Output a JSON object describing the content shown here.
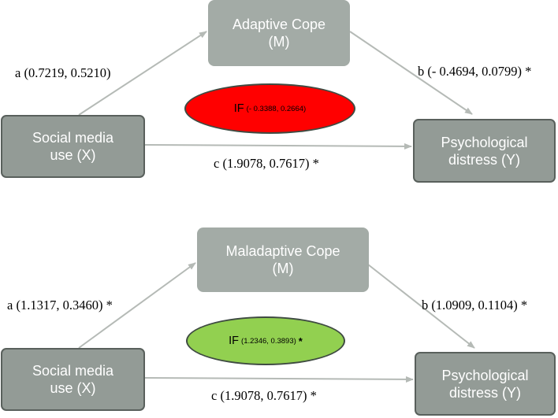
{
  "models": [
    {
      "mediator": "Adaptive Cope\n(M)",
      "x_label": "Social media\nuse (X)",
      "y_label": "Psychological\ndistress (Y)",
      "a_path": "a (0.7219, 0.5210)",
      "b_path": "b (- 0.4694, 0.0799) *",
      "c_path": "c (1.9078, 0.7617) *",
      "if_label": "IF",
      "if_ci": "(- 0.3388, 0.2664)",
      "if_star": "",
      "if_color": "#ff0000"
    },
    {
      "mediator": "Maladaptive Cope\n(M)",
      "x_label": "Social media\nuse (X)",
      "y_label": "Psychological\ndistress (Y)",
      "a_path": "a (1.1317, 0.3460) *",
      "b_path": "b (1.0909, 0.1104) *",
      "c_path": "c (1.9078, 0.7617) *",
      "if_label": "IF",
      "if_ci": "(1.2346, 0.3893)",
      "if_star": "*",
      "if_color": "#92d050"
    }
  ],
  "colors": {
    "box_fill": "#939b96",
    "mediator_fill": "#a3aba6",
    "box_border": "#59605c",
    "arrow": "#b5bab6",
    "text_on_box": "#ffffff"
  }
}
